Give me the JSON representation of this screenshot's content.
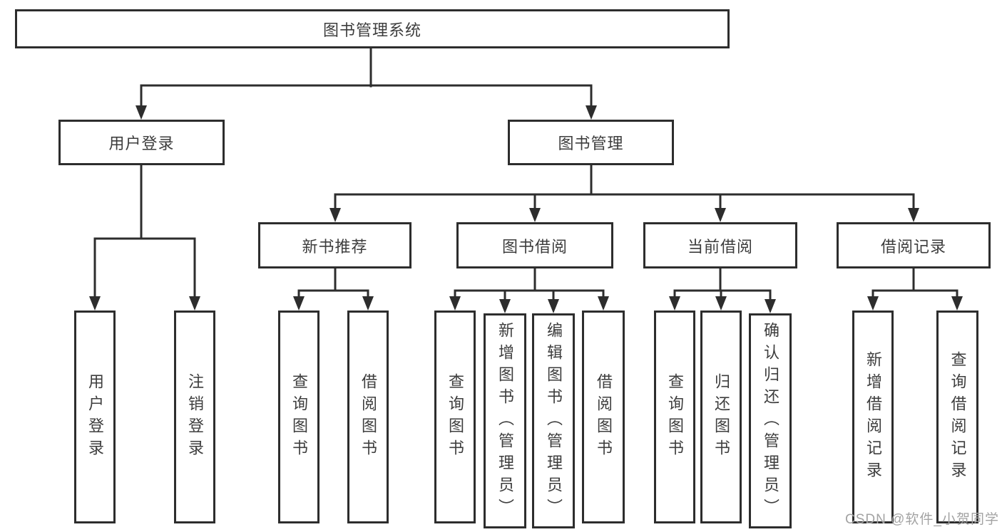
{
  "tree": {
    "root": {
      "label": "图书管理系统",
      "children": [
        {
          "label": "用户登录",
          "children": [
            {
              "label": "用户登录"
            },
            {
              "label": "注销登录"
            }
          ]
        },
        {
          "label": "图书管理",
          "children": [
            {
              "label": "新书推荐",
              "children": [
                {
                  "label": "查询图书"
                },
                {
                  "label": "借阅图书"
                }
              ]
            },
            {
              "label": "图书借阅",
              "children": [
                {
                  "label": "查询图书"
                },
                {
                  "label": "新增图书（管理员）"
                },
                {
                  "label": "编辑图书（管理员）"
                },
                {
                  "label": "借阅图书"
                }
              ]
            },
            {
              "label": "当前借阅",
              "children": [
                {
                  "label": "查询图书"
                },
                {
                  "label": "归还图书"
                },
                {
                  "label": "确认归还（管理员）"
                }
              ]
            },
            {
              "label": "借阅记录",
              "children": [
                {
                  "label": "新增借阅记录"
                },
                {
                  "label": "查询借阅记录"
                }
              ]
            }
          ]
        }
      ]
    }
  },
  "watermark": {
    "text": "CSDN @软件_小贺同学"
  },
  "colors": {
    "line": "#2d2d2d",
    "text": "#3d3d3d",
    "background": "#ffffff",
    "watermark_color": "#a3a3a3"
  }
}
